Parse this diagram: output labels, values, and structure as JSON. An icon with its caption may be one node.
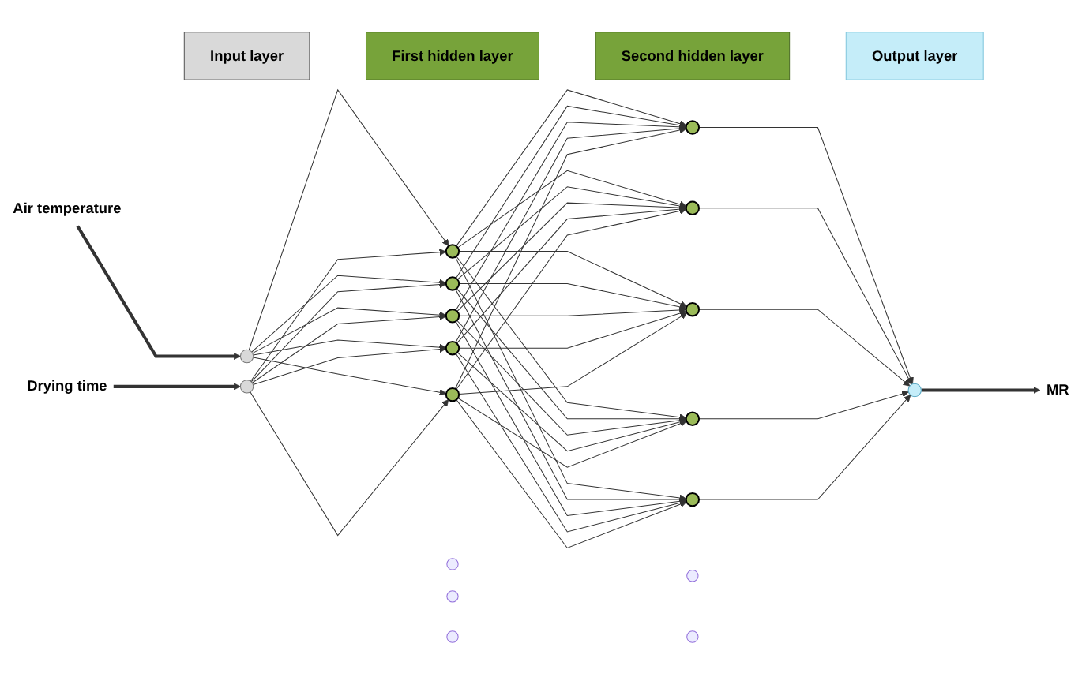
{
  "diagram": {
    "nodes": [
      {
        "text": [
          "Input layer"
        ]
      },
      {
        "text": [
          "First hidden layer"
        ]
      },
      {
        "text": [
          "Second hidden layer"
        ]
      },
      {
        "text": [
          "Output layer"
        ]
      },
      {
        "text": [
          "Air temperature"
        ]
      },
      {
        "text": [
          "Drying time"
        ]
      },
      {
        "text": [],
        "shape": "circle"
      },
      {
        "text": [],
        "shape": "circle"
      },
      {
        "text": [],
        "shape": "circle"
      },
      {
        "text": [],
        "shape": "circle"
      },
      {
        "text": [],
        "shape": "circle"
      },
      {
        "text": [],
        "shape": "circle"
      },
      {
        "text": [],
        "shape": "circle"
      },
      {
        "text": [],
        "shape": "circle"
      },
      {
        "text": [],
        "shape": "circle"
      },
      {
        "text": [],
        "shape": "circle"
      },
      {
        "text": [],
        "shape": "circle"
      },
      {
        "text": [],
        "shape": "circle"
      },
      {
        "text": [],
        "shape": "circle"
      },
      {
        "text": [],
        "shape": "circle"
      },
      {
        "text": [],
        "shape": "circle"
      },
      {
        "text": [],
        "shape": "circle"
      },
      {
        "text": [],
        "shape": "circle"
      },
      {
        "text": [],
        "shape": "circle"
      },
      {
        "text": [
          "MR"
        ]
      }
    ],
    "edges": [
      {
        "from": 4,
        "to": 6,
        "arrow": "to",
        "style": "thick"
      },
      {
        "from": 5,
        "to": 7,
        "arrow": "to",
        "style": "thick"
      },
      {
        "from": 6,
        "to": 8,
        "arrow": "to"
      },
      {
        "from": 6,
        "to": 9,
        "arrow": "to"
      },
      {
        "from": 6,
        "to": 10,
        "arrow": "to"
      },
      {
        "from": 6,
        "to": 14,
        "arrow": "to"
      },
      {
        "from": 6,
        "to": 15,
        "arrow": "to"
      },
      {
        "from": 7,
        "to": 8,
        "arrow": "to"
      },
      {
        "from": 7,
        "to": 9,
        "arrow": "to"
      },
      {
        "from": 7,
        "to": 10,
        "arrow": "to"
      },
      {
        "from": 7,
        "to": 14,
        "arrow": "to"
      },
      {
        "from": 7,
        "to": 15,
        "arrow": "to"
      },
      {
        "from": 8,
        "to": 16,
        "arrow": "to"
      },
      {
        "from": 8,
        "to": 17,
        "arrow": "to"
      },
      {
        "from": 8,
        "to": 18,
        "arrow": "to"
      },
      {
        "from": 8,
        "to": 21,
        "arrow": "to"
      },
      {
        "from": 8,
        "to": 22,
        "arrow": "to"
      },
      {
        "from": 9,
        "to": 16,
        "arrow": "to"
      },
      {
        "from": 9,
        "to": 17,
        "arrow": "to"
      },
      {
        "from": 9,
        "to": 18,
        "arrow": "to"
      },
      {
        "from": 9,
        "to": 21,
        "arrow": "to"
      },
      {
        "from": 9,
        "to": 22,
        "arrow": "to"
      },
      {
        "from": 10,
        "to": 16,
        "arrow": "to"
      },
      {
        "from": 10,
        "to": 17,
        "arrow": "to"
      },
      {
        "from": 10,
        "to": 18,
        "arrow": "to"
      },
      {
        "from": 10,
        "to": 21,
        "arrow": "to"
      },
      {
        "from": 10,
        "to": 22,
        "arrow": "to"
      },
      {
        "from": 14,
        "to": 16,
        "arrow": "to"
      },
      {
        "from": 14,
        "to": 17,
        "arrow": "to"
      },
      {
        "from": 14,
        "to": 18,
        "arrow": "to"
      },
      {
        "from": 14,
        "to": 21,
        "arrow": "to"
      },
      {
        "from": 14,
        "to": 22,
        "arrow": "to"
      },
      {
        "from": 15,
        "to": 16,
        "arrow": "to"
      },
      {
        "from": 15,
        "to": 17,
        "arrow": "to"
      },
      {
        "from": 15,
        "to": 18,
        "arrow": "to"
      },
      {
        "from": 15,
        "to": 21,
        "arrow": "to"
      },
      {
        "from": 15,
        "to": 22,
        "arrow": "to"
      },
      {
        "from": 16,
        "to": 23,
        "arrow": "to"
      },
      {
        "from": 17,
        "to": 23,
        "arrow": "to"
      },
      {
        "from": 18,
        "to": 23,
        "arrow": "to"
      },
      {
        "from": 21,
        "to": 23,
        "arrow": "to"
      },
      {
        "from": 22,
        "to": 23,
        "arrow": "to"
      },
      {
        "from": 23,
        "to": 24,
        "arrow": "to",
        "style": "thick"
      }
    ]
  }
}
